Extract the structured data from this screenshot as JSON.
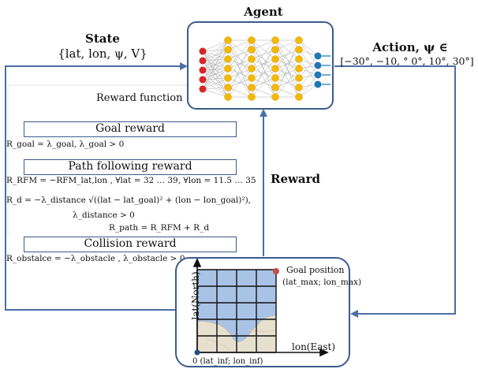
{
  "diagram": {
    "agent_label": "Agent",
    "state": {
      "title": "State",
      "vars": "{lat, lon, ψ, V}"
    },
    "action": {
      "title": "Action, ψ ∈",
      "range": "[−30°, −10, ° 0°, 10°, 30°]"
    },
    "reward_label": "Reward",
    "reward_function": {
      "title": "Reward function",
      "goal_title": "Goal reward",
      "goal_eq": "R_goal = λ_goal, λ_goal > 0",
      "path_title": "Path following reward",
      "rfm_eq": "R_RFM = −RFM_lat,lon , ∀lat = 32 … 39, ∀lon = 11.5 … 35",
      "rd_eq": "R_d = −λ_distance √((lat − lat_goal)² + (lon − lon_goal)²),",
      "lambda_dist": "λ_distance > 0",
      "rpath_eq": "R_path = R_RFM + R_d",
      "collision_title": "Collision reward",
      "obstacle_eq": "R_obstalce = −λ_obstacle , λ_obstacle > 0"
    },
    "environment": {
      "y_axis": "lat(North)",
      "x_axis": "lon(East)",
      "goal_label": "Goal position",
      "goal_coords": "(lat_max; lon_max)",
      "origin_label": "0 (lat_inf; lon_inf)"
    },
    "colors": {
      "arrow": "#4a6fa5",
      "box_border": "#3b5b8c",
      "input_node": "#d62728",
      "hidden_node": "#f5b800",
      "output_node": "#1f77b4",
      "goal_dot": "#c0504d",
      "origin_dot": "#1f4e8c"
    }
  }
}
